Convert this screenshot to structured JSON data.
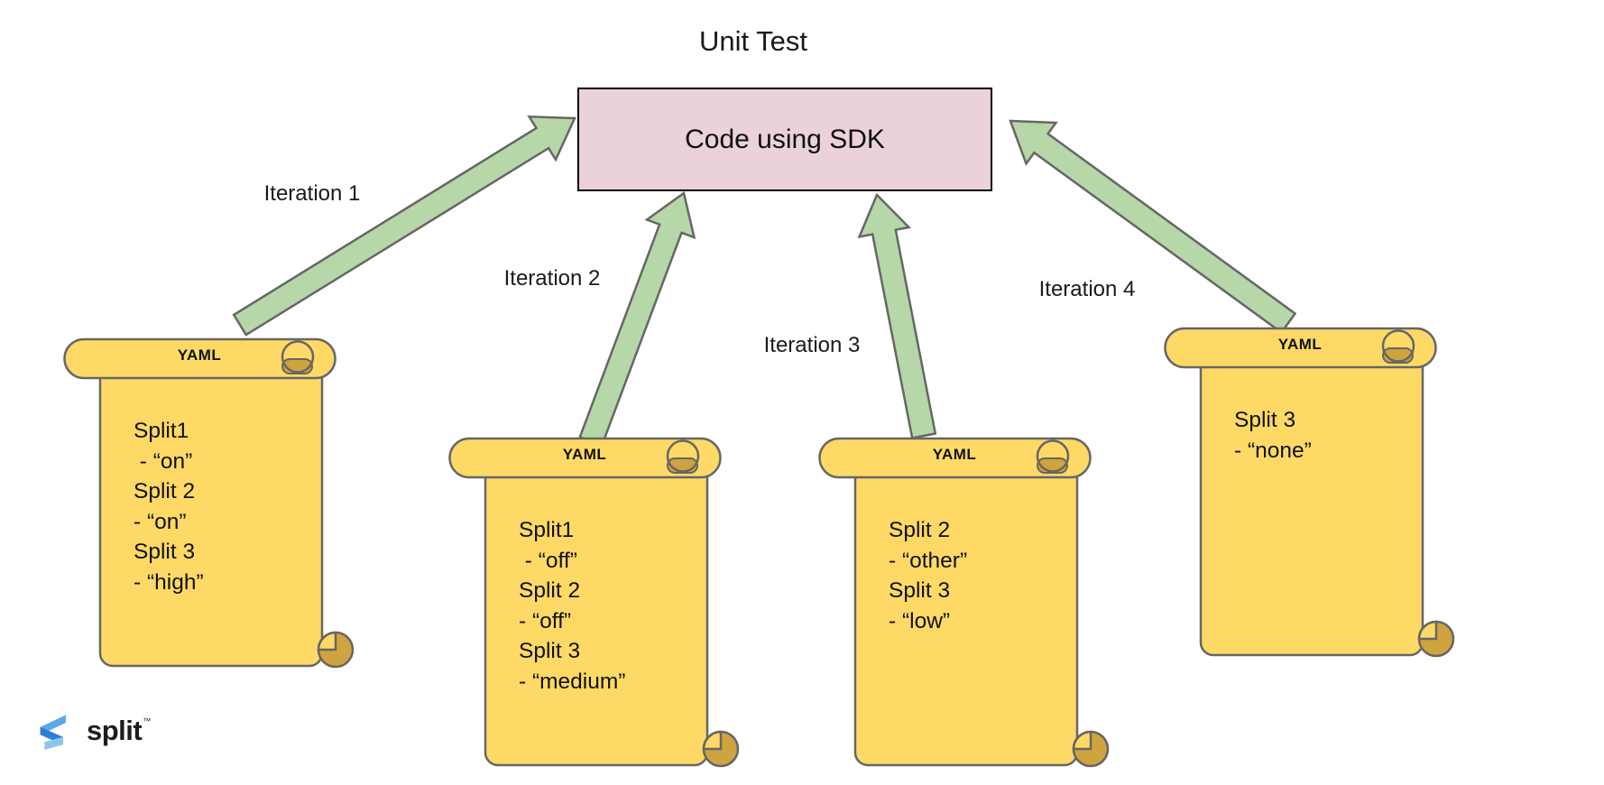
{
  "title": "Unit Test",
  "sdk_box": {
    "label": "Code using SDK"
  },
  "iterations": [
    {
      "label": "Iteration 1"
    },
    {
      "label": "Iteration 2"
    },
    {
      "label": "Iteration 3"
    },
    {
      "label": "Iteration 4"
    }
  ],
  "scrolls": [
    {
      "header": "YAML",
      "lines": [
        "Split1",
        " - “on”",
        "Split 2",
        "- “on”",
        "Split 3",
        "- “high”"
      ]
    },
    {
      "header": "YAML",
      "lines": [
        "Split1",
        " - “off”",
        "Split 2",
        "- “off”",
        "Split 3",
        "- “medium”"
      ]
    },
    {
      "header": "YAML",
      "lines": [
        "Split 2",
        "- “other”",
        "Split 3",
        "- “low”"
      ]
    },
    {
      "header": "YAML",
      "lines": [
        "Split 3",
        "- “none”"
      ]
    }
  ],
  "logo": {
    "wordmark": "split",
    "trademark": "™"
  },
  "colors": {
    "arrow_fill": "#b6d7a8",
    "arrow_stroke": "#666666",
    "scroll_fill": "#ffd966",
    "scroll_shade": "#cfa33e",
    "scroll_stroke": "#666666",
    "box_fill": "#ead1dc",
    "box_border": "#000000",
    "logo_blue_light": "#5ba8e9",
    "logo_blue_dark": "#2f7cd8",
    "logo_blue_pale": "#8bc6f0",
    "logo_text": "#1b1d1f"
  }
}
